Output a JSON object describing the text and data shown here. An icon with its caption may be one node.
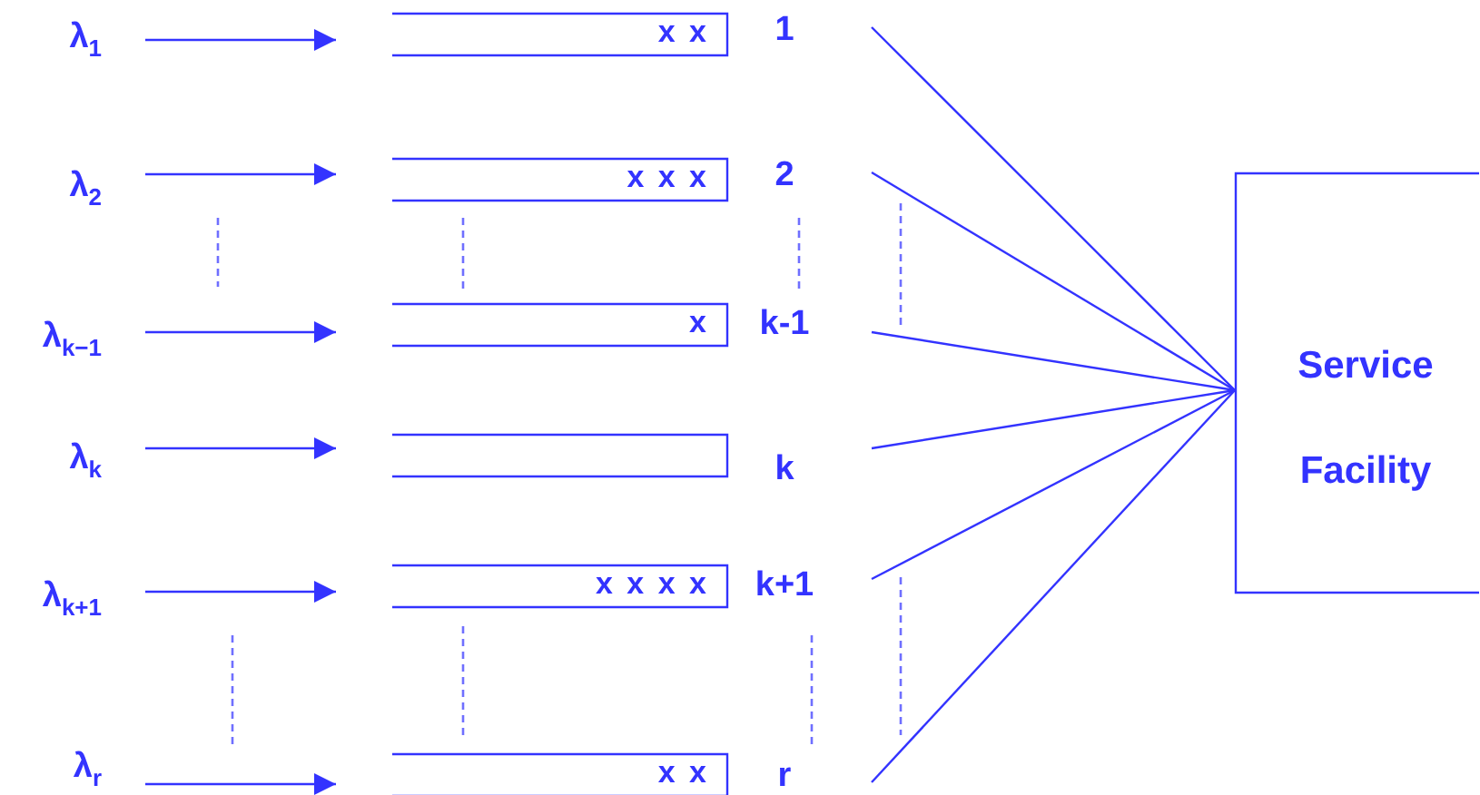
{
  "diagram": {
    "nodes": [
      {
        "text": [
          "λ$_{1}$"
        ]
      },
      {
        "text": [
          "λ$_{2}$"
        ]
      },
      {
        "text": [
          "λ$_{k−1}$"
        ]
      },
      {
        "text": [
          "λ$_{k}$"
        ]
      },
      {
        "text": [
          "λ$_{k+1}$"
        ]
      },
      {
        "text": [
          "λ$_{r}$"
        ]
      },
      {
        "text": [
          "x x"
        ]
      },
      {
        "text": [
          "x x x"
        ]
      },
      {
        "text": [
          "x"
        ]
      },
      {
        "text": [],
        "shape": "box"
      },
      {
        "text": [
          "x x x x"
        ]
      },
      {
        "text": [
          "x x"
        ]
      },
      {
        "text": [
          "1"
        ]
      },
      {
        "text": [
          "2"
        ]
      },
      {
        "text": [
          "k-1"
        ]
      },
      {
        "text": [
          "k"
        ]
      },
      {
        "text": [
          "k+1"
        ]
      },
      {
        "text": [
          "r"
        ]
      },
      {
        "text": [
          "Service Facility"
        ]
      }
    ],
    "edges": [
      {
        "from": 0,
        "to": 6,
        "arrow": "to"
      },
      {
        "from": 1,
        "to": 7,
        "arrow": "to"
      },
      {
        "from": 2,
        "to": 8,
        "arrow": "to"
      },
      {
        "from": 3,
        "to": 9,
        "arrow": "to"
      },
      {
        "from": 4,
        "to": 10,
        "arrow": "to"
      },
      {
        "from": 5,
        "to": 11,
        "arrow": "to"
      },
      {
        "from": 12,
        "to": 18,
        "arrow": "none"
      },
      {
        "from": 13,
        "to": 18,
        "arrow": "none"
      },
      {
        "from": 14,
        "to": 18,
        "arrow": "none"
      },
      {
        "from": 15,
        "to": 18,
        "arrow": "none"
      },
      {
        "from": 16,
        "to": 18,
        "arrow": "none"
      },
      {
        "from": 17,
        "to": 18,
        "arrow": "none"
      }
    ]
  }
}
